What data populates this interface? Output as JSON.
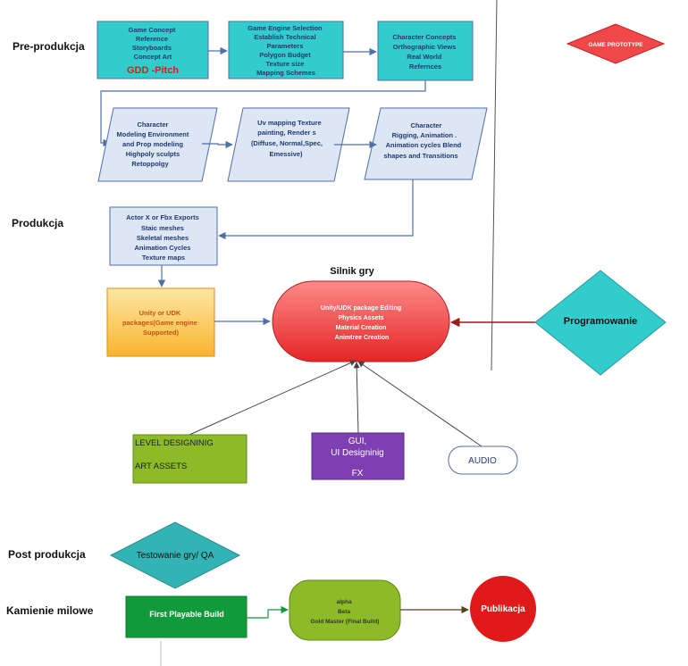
{
  "stages": {
    "preproduction": "Pre-produkcja",
    "production": "Produkcja",
    "postproduction": "Post produkcja",
    "milestones": "Kamienie milowe"
  },
  "game_prototype": "GAME PROTOTYPE",
  "concept_box": {
    "lines": [
      "Game Concept",
      "Reference",
      "Storyboards",
      "Concept Art"
    ],
    "highlight": "GDD -Pitch"
  },
  "engine_box": {
    "lines": [
      "Game Engine Selection",
      "Establish Technical",
      "Parameters",
      "Polygon Budget",
      "Texture size",
      "Mapping Schemes"
    ]
  },
  "character_concepts_box": {
    "lines": [
      "Character Concepts",
      "Orthographic Views",
      "Real World",
      "Refernces"
    ]
  },
  "modeling_box": {
    "lines": [
      "Character",
      "Modeling Environment",
      "and Prop modeling",
      "Highpoly sculpts",
      "Retoppolgy"
    ]
  },
  "uv_box": {
    "lines": [
      "Uv mapping Texture",
      "painting, Render s",
      "(Diffuse,  Normal,Spec,",
      "Emessive)"
    ]
  },
  "rigging_box": {
    "lines": [
      "Character",
      "Rigging, Animation .",
      "Animation cycles  Blend",
      "shapes and Transitions"
    ]
  },
  "exports_box": {
    "lines": [
      "Actor X or Fbx Exports",
      "Staic meshes",
      "Skeletal meshes",
      "Animation Cycles",
      "Texture maps"
    ]
  },
  "packages_box": {
    "lines": [
      "Unity or UDK",
      "packages(Game engine",
      "Supported)"
    ]
  },
  "engine_title": "Silnik gry",
  "engine_node": {
    "lines": [
      "Unity/UDK package Editing",
      "Physics Assets",
      "Material Creation",
      "Animtree Creation"
    ]
  },
  "programming": "Programowanie",
  "level_box": {
    "line1": "LEVEL DESIGNINIG",
    "line2": "ART ASSETS"
  },
  "gui_box": {
    "line1": "GUI,",
    "line2": "UI Designinig",
    "line3": "FX"
  },
  "audio": "AUDIO",
  "testing": "Testowanie gry/ QA",
  "first_playable": "First Playable  Build",
  "builds": {
    "lines": [
      "alpha",
      "Beta",
      "Gold Master (Final Build)"
    ]
  },
  "publication": "Publikacja",
  "colors": {
    "cyan": "#33cccc",
    "lightblue": "#dce6f5",
    "blueBorder": "#4f6fa8",
    "orange": "#fbc03c",
    "red": "#f24a4a",
    "green": "#8dbb28",
    "darkgreen": "#119a3a",
    "purple": "#7d3fb1",
    "darkred": "#e01a1a",
    "teal": "#33b3b3"
  }
}
